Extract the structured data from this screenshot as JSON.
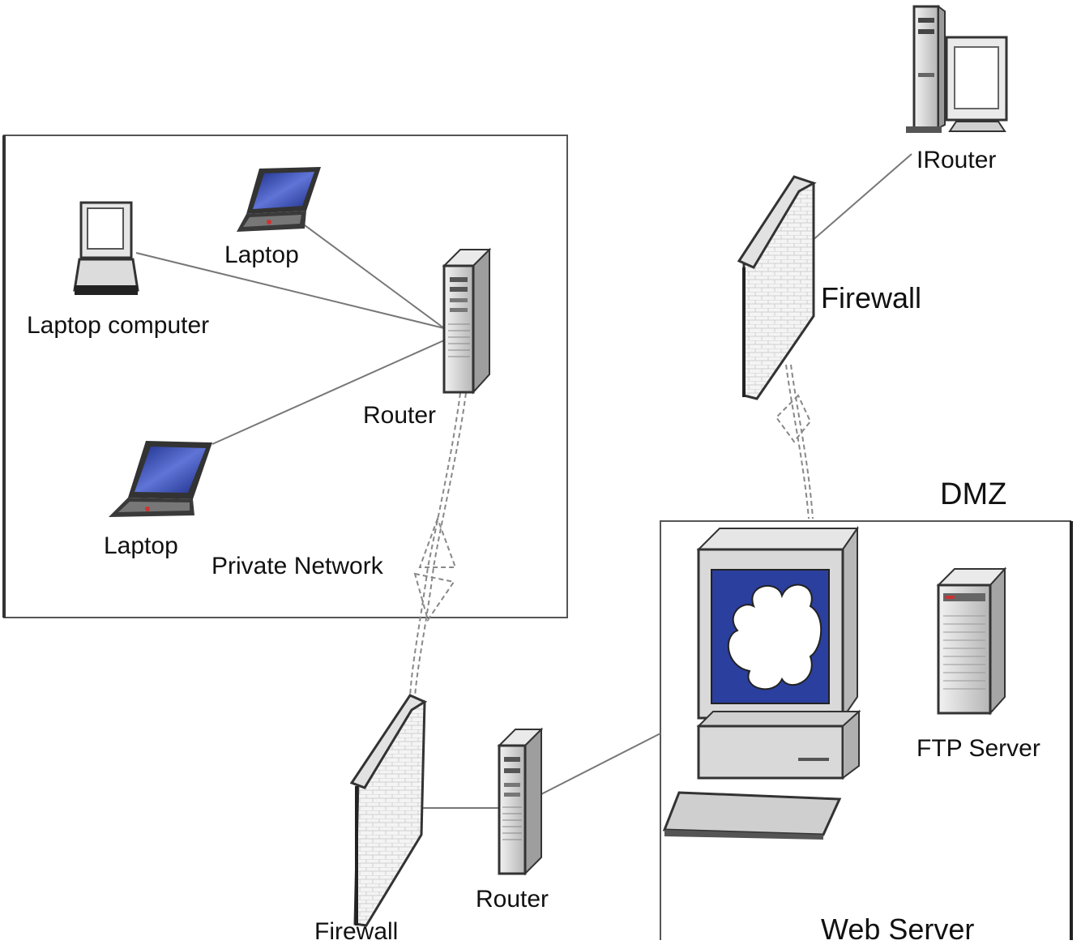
{
  "labels": {
    "laptop_top": "Laptop",
    "laptop_computer": "Laptop computer",
    "router_private": "Router",
    "laptop_bottom": "Laptop",
    "private_network": "Private Network",
    "firewall_top": "Firewall",
    "irouter": "IRouter",
    "dmz": "DMZ",
    "ftp_server": "FTP Server",
    "firewall_bottom": "Firewall",
    "router_bottom": "Router",
    "web_server": "Web Server"
  },
  "colors": {
    "screen_blue": "#2a3f9e",
    "device_gray": "#d8d8d8",
    "outline": "#333333",
    "line": "#777777"
  }
}
